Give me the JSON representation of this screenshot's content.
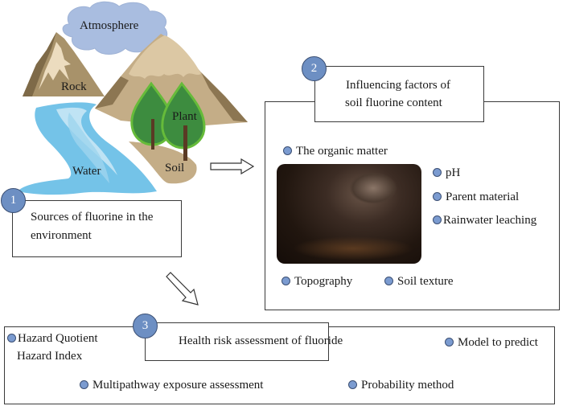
{
  "illustration": {
    "labels": {
      "atmosphere": "Atmosphere",
      "rock": "Rock",
      "plant": "Plant",
      "water": "Water",
      "soil": "Soil"
    }
  },
  "section1": {
    "number": "1",
    "title_line1": "Sources of fluorine in the",
    "title_line2": "environment"
  },
  "section2": {
    "number": "2",
    "title_line1": "Influencing factors of",
    "title_line2": "soil fluorine content",
    "factors": {
      "organic_matter": "The organic matter",
      "ph": "pH",
      "parent_material": "Parent material",
      "rainwater": "Rainwater leaching",
      "topography": "Topography",
      "soil_texture": "Soil texture"
    },
    "image_description": "soil-photo"
  },
  "section3": {
    "number": "3",
    "title": "Health risk assessment of fluoride",
    "items": {
      "hazard_quotient": "Hazard Quotient",
      "hazard_index": "Hazard Index",
      "model": "Model to predict",
      "multipathway": "Multipathway exposure assessment",
      "probability": "Probability method"
    }
  },
  "colors": {
    "badge": "#6d8fc3",
    "bullet": "#7b9bd0",
    "cloud": "#a9bde0",
    "water": "#74c3e8",
    "mountain": "#c4ad87",
    "tree": "#3d8c3f"
  }
}
